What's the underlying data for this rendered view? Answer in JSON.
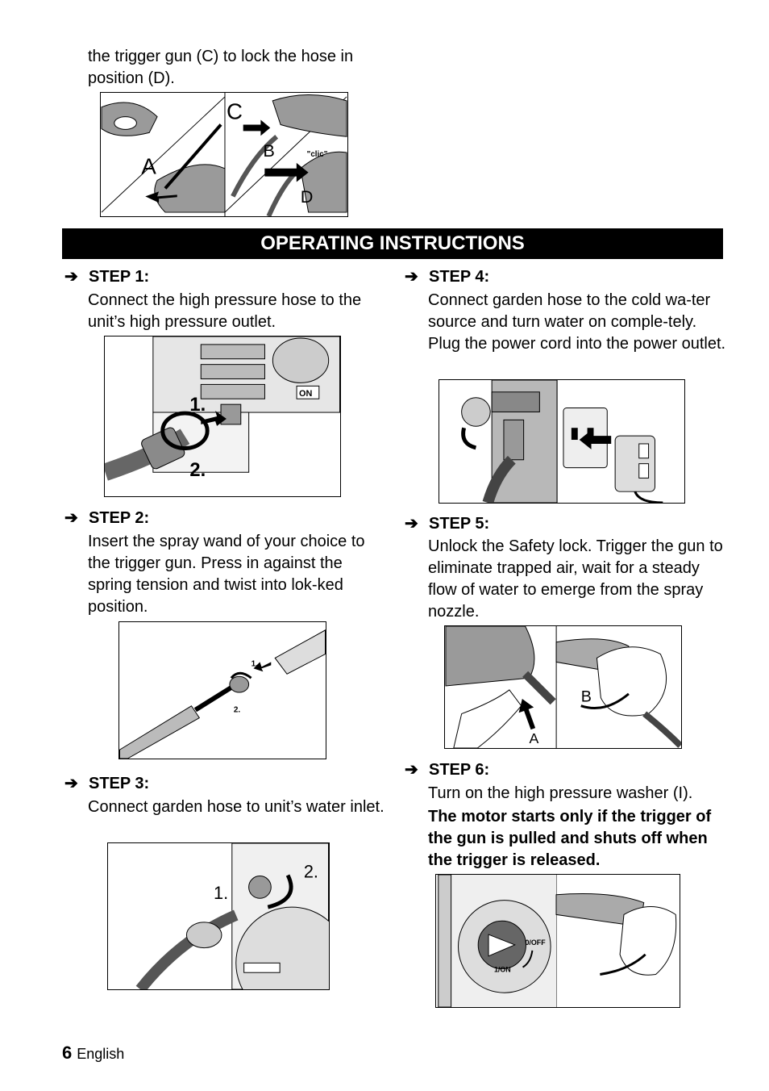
{
  "intro_text": "the trigger gun (C) to lock the hose in position (D).",
  "fig_top": {
    "labels": {
      "a": "A",
      "b": "B",
      "c": "C",
      "d": "D",
      "clic": "\"clic\""
    }
  },
  "banner": "OPERATING INSTRUCTIONS",
  "arrow_glyph": "➔",
  "steps": [
    {
      "title": "STEP 1:",
      "text": "Connect the high pressure hose to the unit’s high pressure outlet.",
      "fig_labels": [
        "1.",
        "2.",
        "ON"
      ]
    },
    {
      "title": "STEP 2:",
      "text": "Insert the spray wand of your choice to the trigger gun. Press in against the spring tension and twist into lok-ked position.",
      "fig_labels": [
        "1.",
        "2."
      ]
    },
    {
      "title": "STEP 3:",
      "text": "Connect garden hose to unit’s water inlet.",
      "fig_labels": [
        "1.",
        "2."
      ]
    },
    {
      "title": "STEP 4:",
      "text": "Connect garden hose to the cold wa-ter source and turn water on comple-tely. Plug the power cord into the power outlet."
    },
    {
      "title": "STEP 5:",
      "text": "Unlock the Safety lock. Trigger the gun to eliminate trapped air, wait for a steady flow of water to emerge from the spray nozzle.",
      "fig_labels": [
        "A",
        "B"
      ]
    },
    {
      "title": "STEP 6:",
      "text": "Turn on the high pressure washer (I).",
      "bold_text": "The motor starts only if the trigger of the gun is pulled and shuts off when the trigger is released.",
      "fig_labels": [
        "0/OFF",
        "1/ON"
      ]
    }
  ],
  "footer": {
    "page_number": "6",
    "language": "English"
  }
}
